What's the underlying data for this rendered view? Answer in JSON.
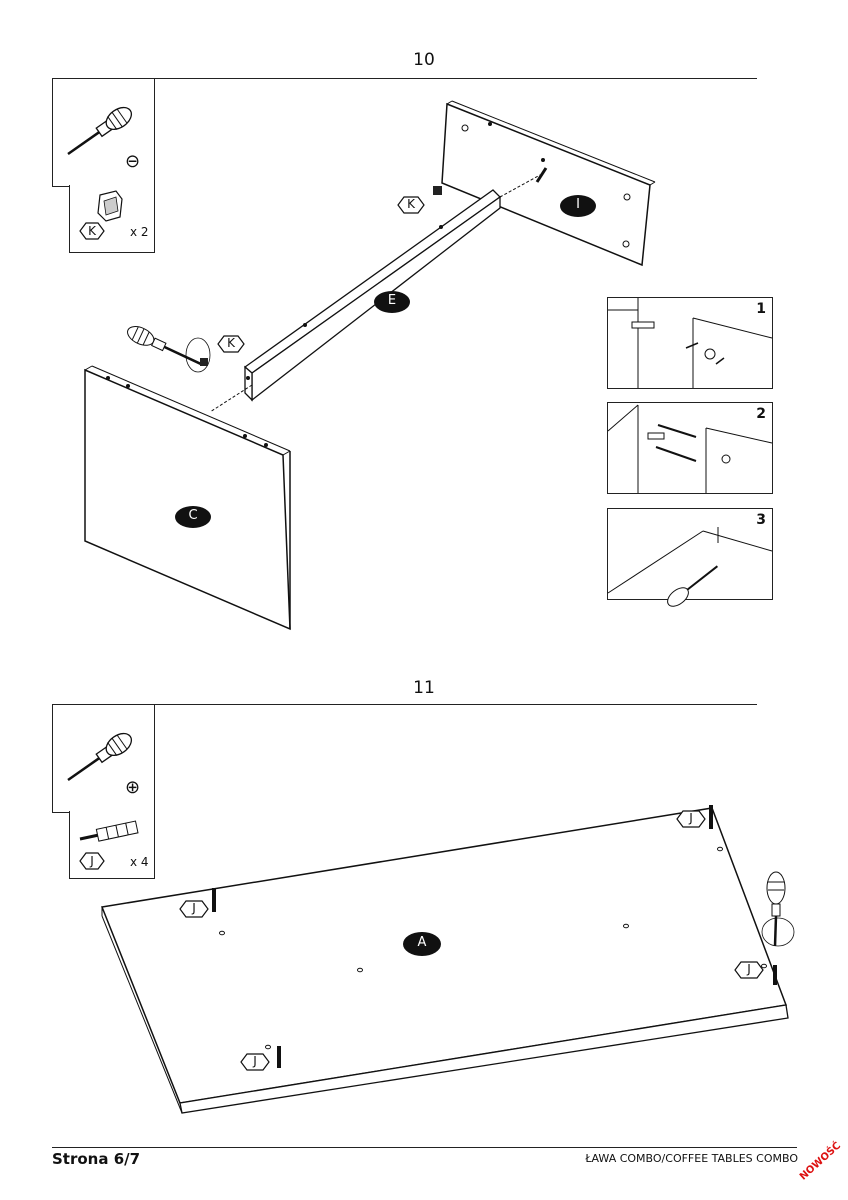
{
  "steps": [
    {
      "number": "10",
      "tool": "screwdriver-flat",
      "tool_mark": "⊖",
      "part_tag": "K",
      "part_qty": "x 2",
      "panel_labels": {
        "I": "I",
        "E": "E",
        "C": "C"
      },
      "callouts": [
        "K",
        "K"
      ],
      "insets": [
        "1",
        "2",
        "3"
      ]
    },
    {
      "number": "11",
      "tool": "screwdriver-phillips",
      "tool_mark": "⊕",
      "part_tag": "J",
      "part_qty": "x 4",
      "panel_labels": {
        "A": "A"
      },
      "callouts": [
        "J",
        "J",
        "J",
        "J"
      ]
    }
  ],
  "footer": {
    "page": "Strona 6/7",
    "product": "ŁAWA COMBO/COFFEE TABLES COMBO",
    "stamp": "NOWOŚĆ"
  },
  "colors": {
    "ink": "#111111",
    "stamp": "#d11111"
  }
}
